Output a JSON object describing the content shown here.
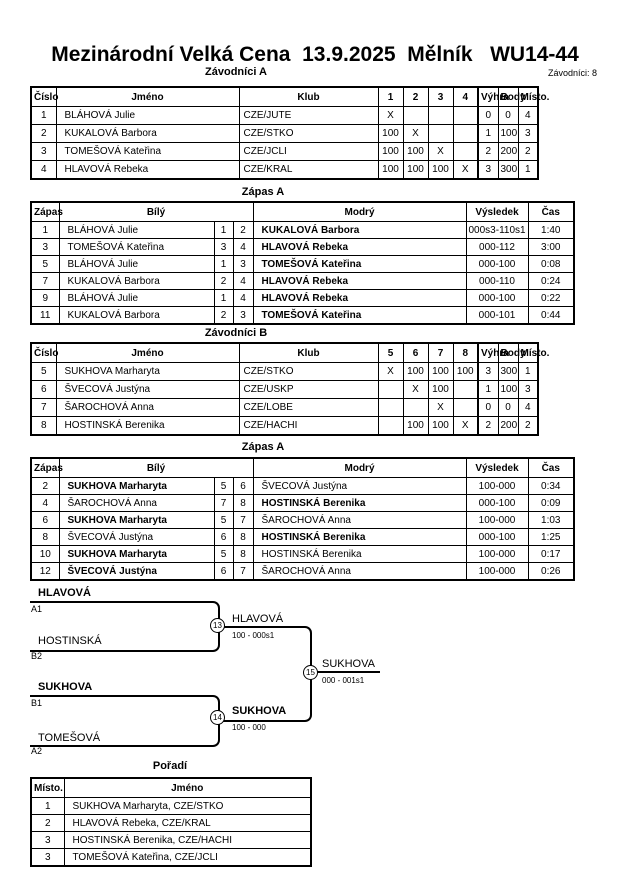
{
  "title": "Mezinárodní Velká Cena  13.9.2025  Mělník   WU14-44",
  "competitors_note": "Závodníci: 8",
  "pools": [
    {
      "heading": "Závodníci A",
      "headers": {
        "cislo": "Číslo",
        "jmeno": "Jméno",
        "klub": "Klub",
        "vyhra": "Výhra",
        "body": "Body",
        "misto": "Místo."
      },
      "match_cols": [
        "1",
        "2",
        "3",
        "4"
      ],
      "rows": [
        {
          "cislo": "1",
          "jmeno": "BLÁHOVÁ Julie",
          "klub": "CZE/JUTE",
          "cells": [
            "X",
            "",
            "",
            ""
          ],
          "vyhra": "0",
          "body": "0",
          "misto": "4"
        },
        {
          "cislo": "2",
          "jmeno": "KUKALOVÁ Barbora",
          "klub": "CZE/STKO",
          "cells": [
            "100",
            "X",
            "",
            ""
          ],
          "vyhra": "1",
          "body": "100",
          "misto": "3"
        },
        {
          "cislo": "3",
          "jmeno": "TOMEŠOVÁ Kateřina",
          "klub": "CZE/JCLI",
          "cells": [
            "100",
            "100",
            "X",
            ""
          ],
          "vyhra": "2",
          "body": "200",
          "misto": "2"
        },
        {
          "cislo": "4",
          "jmeno": "HLAVOVÁ Rebeka",
          "klub": "CZE/KRAL",
          "cells": [
            "100",
            "100",
            "100",
            "X"
          ],
          "vyhra": "3",
          "body": "300",
          "misto": "1"
        }
      ]
    },
    {
      "heading": "Závodníci B",
      "headers": {
        "cislo": "Číslo",
        "jmeno": "Jméno",
        "klub": "Klub",
        "vyhra": "Výhra",
        "body": "Body",
        "misto": "Místo."
      },
      "match_cols": [
        "5",
        "6",
        "7",
        "8"
      ],
      "rows": [
        {
          "cislo": "5",
          "jmeno": "SUKHOVA Marharyta",
          "klub": "CZE/STKO",
          "cells": [
            "X",
            "100",
            "100",
            "100"
          ],
          "vyhra": "3",
          "body": "300",
          "misto": "1"
        },
        {
          "cislo": "6",
          "jmeno": "ŠVECOVÁ Justýna",
          "klub": "CZE/USKP",
          "cells": [
            "",
            "X",
            "100",
            ""
          ],
          "vyhra": "1",
          "body": "100",
          "misto": "3"
        },
        {
          "cislo": "7",
          "jmeno": "ŠAROCHOVÁ Anna",
          "klub": "CZE/LOBE",
          "cells": [
            "",
            "",
            "X",
            ""
          ],
          "vyhra": "0",
          "body": "0",
          "misto": "4"
        },
        {
          "cislo": "8",
          "jmeno": "HOSTINSKÁ Berenika",
          "klub": "CZE/HACHI",
          "cells": [
            "",
            "100",
            "100",
            "X"
          ],
          "vyhra": "2",
          "body": "200",
          "misto": "2"
        }
      ]
    }
  ],
  "match_tables": [
    {
      "heading": "Zápas A",
      "headers": {
        "zapas": "Zápas",
        "bily": "Bílý",
        "modry": "Modrý",
        "vysledek": "Výsledek",
        "cas": "Čas"
      },
      "rows": [
        {
          "zapas": "1",
          "bily": "BLÁHOVÁ Julie",
          "bily_bold": false,
          "n1": "1",
          "n2": "2",
          "modry": "KUKALOVÁ Barbora",
          "modry_bold": true,
          "vysledek": "000s3-110s1",
          "cas": "1:40"
        },
        {
          "zapas": "3",
          "bily": "TOMEŠOVÁ Kateřina",
          "bily_bold": false,
          "n1": "3",
          "n2": "4",
          "modry": "HLAVOVÁ Rebeka",
          "modry_bold": true,
          "vysledek": "000-112",
          "cas": "3:00"
        },
        {
          "zapas": "5",
          "bily": "BLÁHOVÁ Julie",
          "bily_bold": false,
          "n1": "1",
          "n2": "3",
          "modry": "TOMEŠOVÁ Kateřina",
          "modry_bold": true,
          "vysledek": "000-100",
          "cas": "0:08"
        },
        {
          "zapas": "7",
          "bily": "KUKALOVÁ Barbora",
          "bily_bold": false,
          "n1": "2",
          "n2": "4",
          "modry": "HLAVOVÁ Rebeka",
          "modry_bold": true,
          "vysledek": "000-110",
          "cas": "0:24"
        },
        {
          "zapas": "9",
          "bily": "BLÁHOVÁ Julie",
          "bily_bold": false,
          "n1": "1",
          "n2": "4",
          "modry": "HLAVOVÁ Rebeka",
          "modry_bold": true,
          "vysledek": "000-100",
          "cas": "0:22"
        },
        {
          "zapas": "11",
          "bily": "KUKALOVÁ Barbora",
          "bily_bold": false,
          "n1": "2",
          "n2": "3",
          "modry": "TOMEŠOVÁ Kateřina",
          "modry_bold": true,
          "vysledek": "000-101",
          "cas": "0:44"
        }
      ]
    },
    {
      "heading": "Zápas A",
      "headers": {
        "zapas": "Zápas",
        "bily": "Bílý",
        "modry": "Modrý",
        "vysledek": "Výsledek",
        "cas": "Čas"
      },
      "rows": [
        {
          "zapas": "2",
          "bily": "SUKHOVA Marharyta",
          "bily_bold": true,
          "n1": "5",
          "n2": "6",
          "modry": "ŠVECOVÁ Justýna",
          "modry_bold": false,
          "vysledek": "100-000",
          "cas": "0:34"
        },
        {
          "zapas": "4",
          "bily": "ŠAROCHOVÁ Anna",
          "bily_bold": false,
          "n1": "7",
          "n2": "8",
          "modry": "HOSTINSKÁ Berenika",
          "modry_bold": true,
          "vysledek": "000-100",
          "cas": "0:09"
        },
        {
          "zapas": "6",
          "bily": "SUKHOVA Marharyta",
          "bily_bold": true,
          "n1": "5",
          "n2": "7",
          "modry": "ŠAROCHOVÁ Anna",
          "modry_bold": false,
          "vysledek": "100-000",
          "cas": "1:03"
        },
        {
          "zapas": "8",
          "bily": "ŠVECOVÁ Justýna",
          "bily_bold": false,
          "n1": "6",
          "n2": "8",
          "modry": "HOSTINSKÁ Berenika",
          "modry_bold": true,
          "vysledek": "000-100",
          "cas": "1:25"
        },
        {
          "zapas": "10",
          "bily": "SUKHOVA Marharyta",
          "bily_bold": true,
          "n1": "5",
          "n2": "8",
          "modry": "HOSTINSKÁ Berenika",
          "modry_bold": false,
          "vysledek": "100-000",
          "cas": "0:17"
        },
        {
          "zapas": "12",
          "bily": "ŠVECOVÁ Justýna",
          "bily_bold": true,
          "n1": "6",
          "n2": "7",
          "modry": "ŠAROCHOVÁ Anna",
          "modry_bold": false,
          "vysledek": "100-000",
          "cas": "0:26"
        }
      ]
    }
  ],
  "bracket": {
    "slots": [
      {
        "name": "HLAVOVÁ",
        "seed": "A1",
        "bold": true
      },
      {
        "name": "HOSTINSKÁ",
        "seed": "B2",
        "bold": false
      },
      {
        "name": "SUKHOVA",
        "seed": "B1",
        "bold": true
      },
      {
        "name": "TOMEŠOVÁ",
        "seed": "A2",
        "bold": false
      }
    ],
    "matches": [
      {
        "number": "13",
        "winner": "HLAVOVÁ",
        "score": "100 - 000s1",
        "bold": false
      },
      {
        "number": "14",
        "winner": "SUKHOVA",
        "score": "100 - 000",
        "bold": true
      },
      {
        "number": "15",
        "winner": "SUKHOVA",
        "score": "000 - 001s1",
        "bold": false
      }
    ]
  },
  "ranking": {
    "heading": "Pořadí",
    "headers": {
      "misto": "Místo.",
      "jmeno": "Jméno"
    },
    "rows": [
      {
        "misto": "1",
        "jmeno": "SUKHOVA Marharyta, CZE/STKO"
      },
      {
        "misto": "2",
        "jmeno": "HLAVOVÁ Rebeka, CZE/KRAL"
      },
      {
        "misto": "3",
        "jmeno": "HOSTINSKÁ Berenika, CZE/HACHI"
      },
      {
        "misto": "3",
        "jmeno": "TOMEŠOVÁ Kateřina, CZE/JCLI"
      }
    ]
  },
  "colors": {
    "text": "#000000",
    "background": "#ffffff",
    "border": "#000000"
  }
}
